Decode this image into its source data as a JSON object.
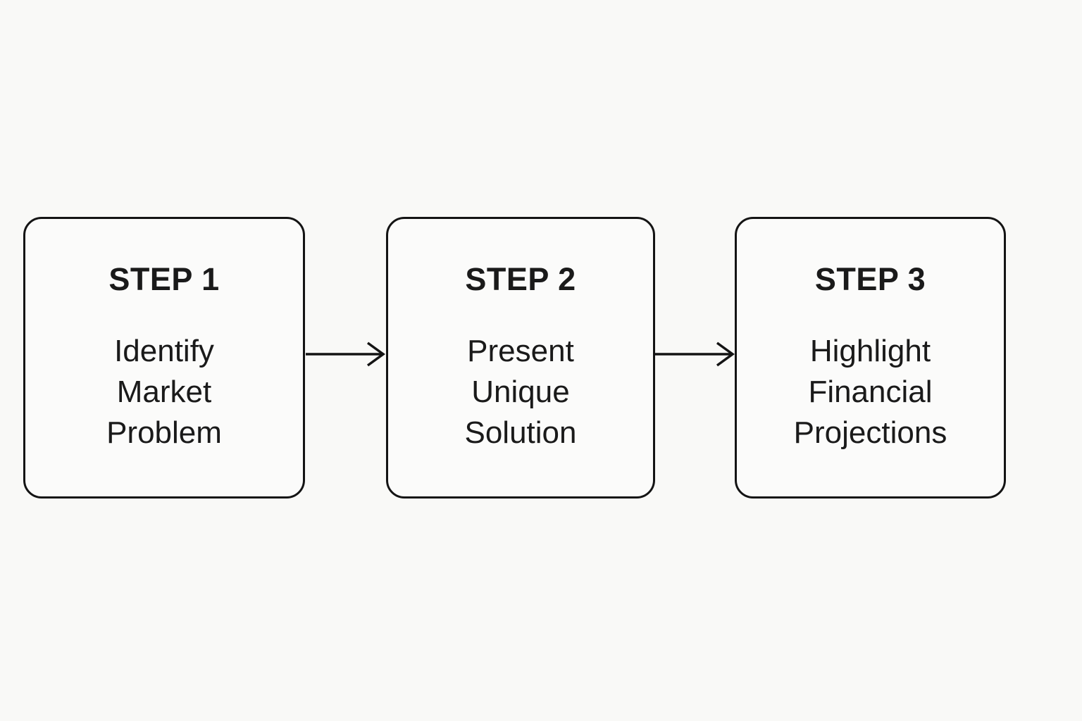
{
  "colors": {
    "background": "#f9f9f7",
    "box_background": "#fbfbfa",
    "line": "#141414",
    "text": "#1a1a1a"
  },
  "diagram": {
    "type": "flowchart",
    "direction": "left-to-right",
    "steps": [
      {
        "label": "STEP 1",
        "lines": [
          "Identify",
          "Market",
          "Problem"
        ]
      },
      {
        "label": "STEP 2",
        "lines": [
          "Present",
          "Unique",
          "Solution"
        ]
      },
      {
        "label": "STEP 3",
        "lines": [
          "Highlight",
          "Financial",
          "Projections"
        ]
      }
    ],
    "connectors": [
      {
        "name": "arrow-step1-step2",
        "style": "open-chevron"
      },
      {
        "name": "arrow-step2-step3",
        "style": "open-chevron"
      }
    ]
  }
}
